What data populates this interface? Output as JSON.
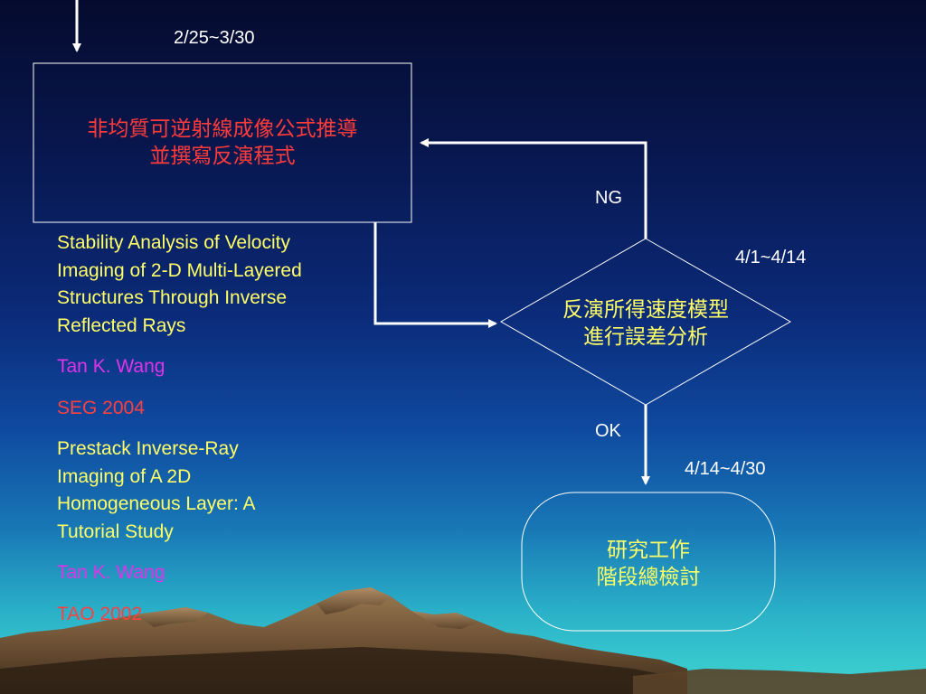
{
  "dates": {
    "first": "2/25~3/30",
    "second": "4/1~4/14",
    "third": "4/14~4/30"
  },
  "labels": {
    "ng": "NG",
    "ok": "OK"
  },
  "boxes": {
    "derive": [
      "非均質可逆射線成像公式推導",
      "並撰寫反演程式"
    ],
    "analyze": [
      "反演所得速度模型",
      "進行誤差分析"
    ],
    "review": [
      "研究工作",
      "階段總檢討"
    ]
  },
  "references": [
    {
      "title": [
        "Stability Analysis of Velocity",
        "Imaging of 2-D Multi-Layered",
        "Structures Through Inverse",
        "Reflected Rays"
      ],
      "author": "Tan K. Wang",
      "venue": "SEG 2004"
    },
    {
      "title": [
        "Prestack Inverse-Ray",
        "Imaging of A 2D",
        "Homogeneous Layer: A",
        "Tutorial Study"
      ],
      "author": "Tan K. Wang",
      "venue": "TAO 2002"
    }
  ],
  "colors": {
    "box_text_top": "#ff3b3b",
    "box_text_other": "#ffff66",
    "title_text": "#ffff66",
    "author_text": "#e033e8",
    "venue_text": "#ff4040",
    "line": "#ffffff"
  }
}
